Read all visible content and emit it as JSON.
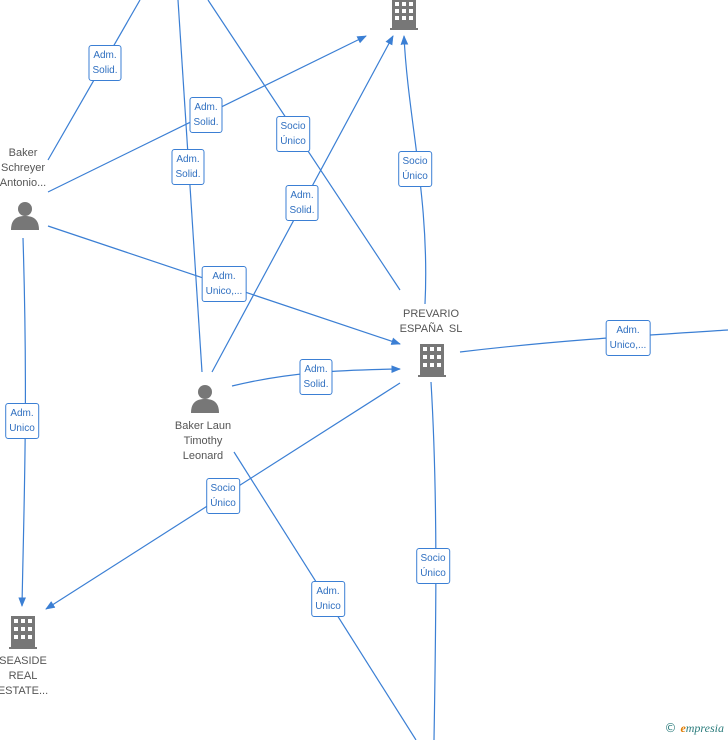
{
  "nodes": {
    "top_building": {
      "label": ""
    },
    "baker_schreyer": {
      "label": "Baker\nSchreyer\nAntonio..."
    },
    "prevario": {
      "label": "PREVARIO\nESPAÑA  SL"
    },
    "baker_laun": {
      "label": "Baker Laun\nTimothy\nLeonard"
    },
    "seaside": {
      "label": "SEASIDE\nREAL\nESTATE..."
    }
  },
  "edge_labels": {
    "e1": "Adm.\nSolid.",
    "e2": "Adm.\nSolid.",
    "e3": "Socio\nÚnico",
    "e4": "Adm.\nSolid.",
    "e5": "Socio\nÚnico",
    "e6": "Adm.\nSolid.",
    "e7": "Adm.\nUnico,...",
    "e8": "Adm.\nUnico,...",
    "e9": "Adm.\nSolid.",
    "e10": "Adm.\nUnico",
    "e11": "Socio\nÚnico",
    "e12": "Socio\nÚnico",
    "e13": "Adm.\nUnico"
  },
  "footer": {
    "copyright": "©",
    "brand_e": "e",
    "brand_rest": "mpresia"
  },
  "colors": {
    "edge": "#3b7fd4",
    "icon": "#777777"
  },
  "icons": {
    "person": "person-icon",
    "company": "building-icon"
  }
}
